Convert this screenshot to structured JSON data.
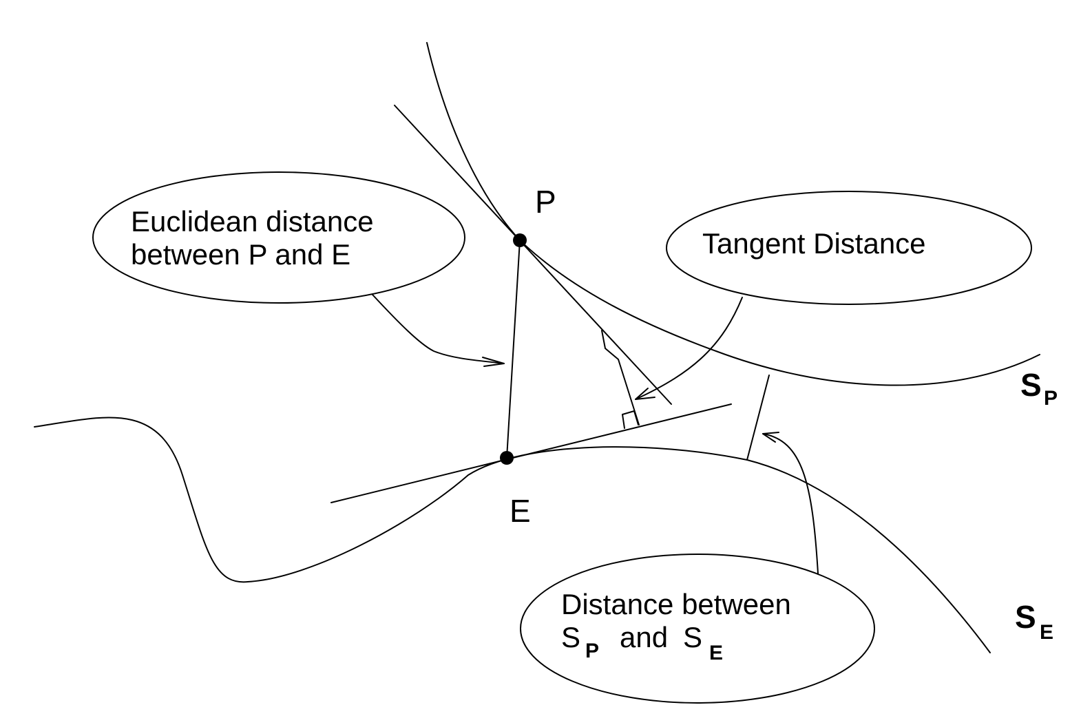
{
  "points": {
    "p": "P",
    "e": "E"
  },
  "manifolds": {
    "sp_main": "S",
    "sp_sub": "P",
    "se_main": "S",
    "se_sub": "E"
  },
  "callouts": {
    "euclidean": {
      "line1": "Euclidean distance",
      "line2": "between P and E"
    },
    "tangent": {
      "line1": "Tangent Distance"
    },
    "manifold_distance": {
      "line1": "Distance between",
      "s1_main": "S",
      "s1_sub": "P",
      "and": "and",
      "s2_main": "S",
      "s2_sub": "E"
    }
  }
}
